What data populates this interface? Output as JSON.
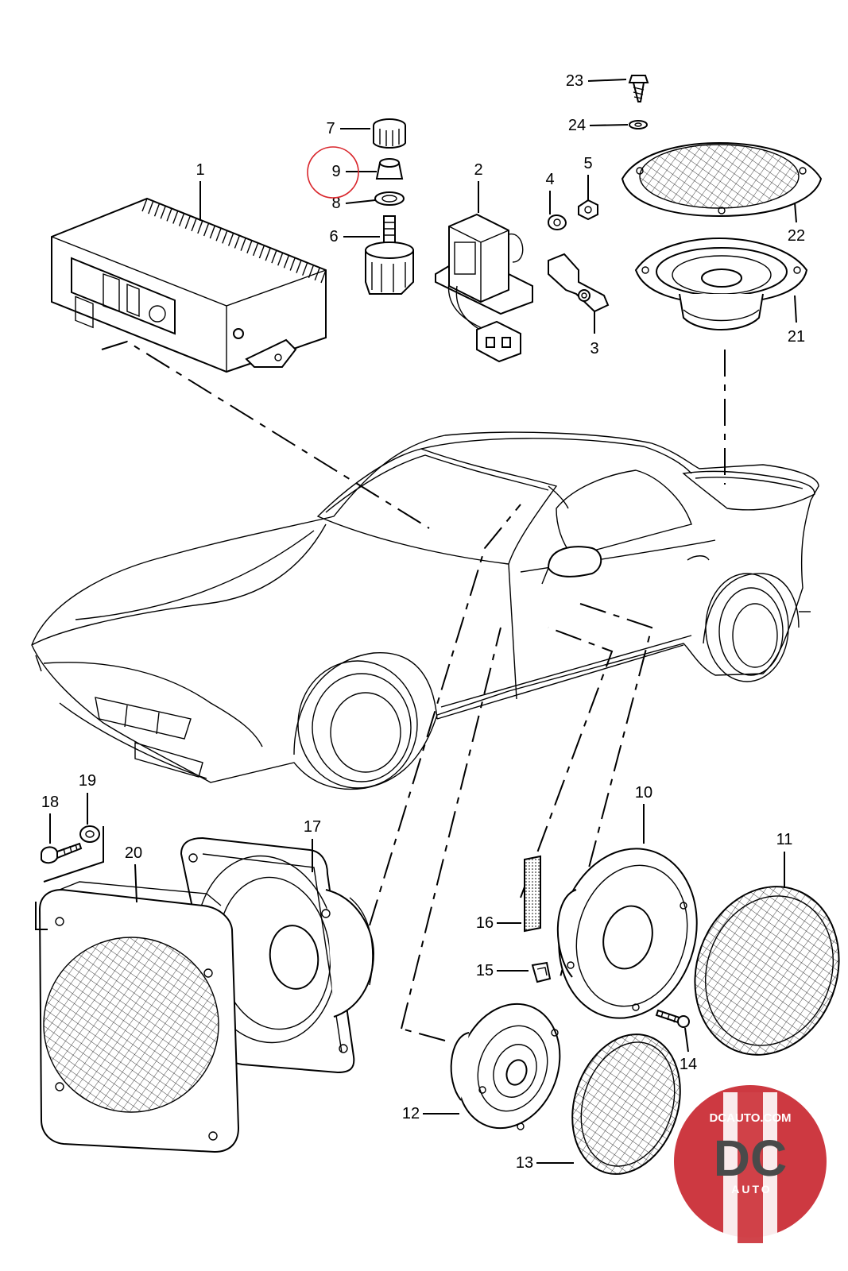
{
  "diagram": {
    "callouts": [
      "1",
      "2",
      "3",
      "4",
      "5",
      "6",
      "7",
      "8",
      "9",
      "10",
      "11",
      "12",
      "13",
      "14",
      "15",
      "16",
      "17",
      "18",
      "19",
      "20",
      "21",
      "22",
      "23",
      "24"
    ],
    "highlighted_callout": "9",
    "highlight_color": "#d9262c"
  },
  "watermark": {
    "site": "DCAUTO.COM",
    "letters": "DC",
    "word": "AUTO",
    "badge_color": "#c8232c"
  }
}
